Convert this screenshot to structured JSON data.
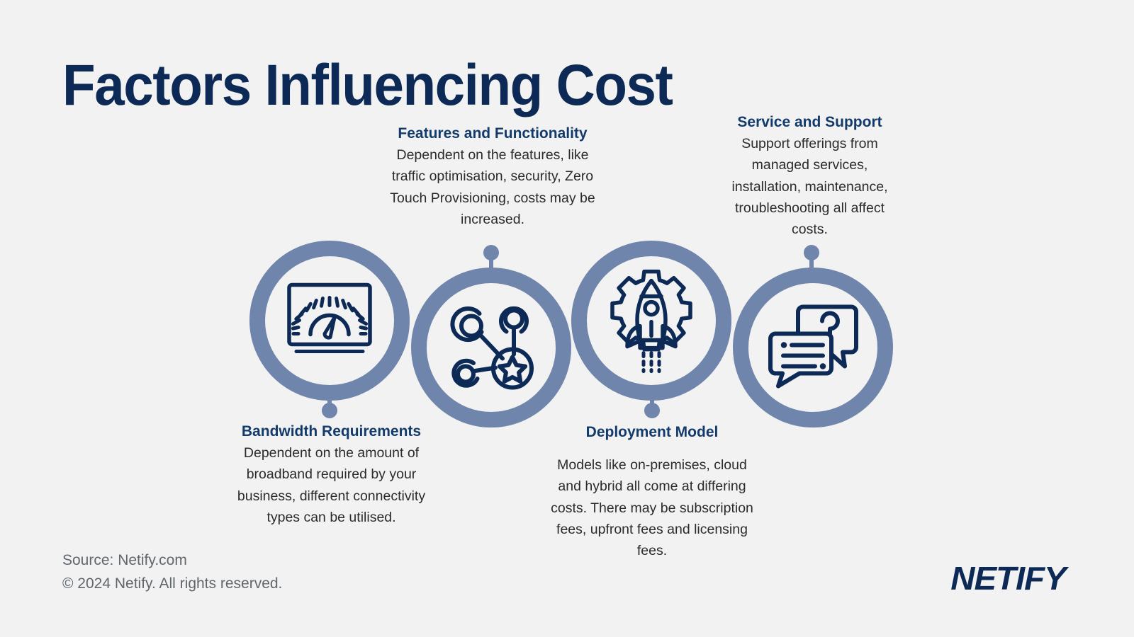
{
  "page": {
    "title": "Factors Influencing Cost",
    "background_color": "#f2f2f2",
    "navy": "#0c2a55",
    "heading_blue": "#123a6b",
    "ring_blue": "#6f85ac",
    "body_text_color": "#2b2b2b",
    "footer_text_color": "#60676d"
  },
  "factors": [
    {
      "id": "bandwidth",
      "heading": "Bandwidth Requirements",
      "body": "Dependent on the amount of broadband required by your business, different connectivity types can be utilised.",
      "icon": "speedometer-icon",
      "label_position": "below"
    },
    {
      "id": "features",
      "heading": "Features and Functionality",
      "body": "Dependent on the features, like traffic optimisation, security, Zero Touch Provisioning, costs may be increased.",
      "icon": "network-star-icon",
      "label_position": "above"
    },
    {
      "id": "deployment",
      "heading": "Deployment Model",
      "body": "Models like on-premises, cloud and hybrid all come at differing costs. There may be subscription fees, upfront fees and licensing fees.",
      "icon": "rocket-gear-icon",
      "label_position": "below"
    },
    {
      "id": "service",
      "heading": "Service and Support",
      "body": "Support offerings from managed services, installation, maintenance, troubleshooting all affect costs.",
      "icon": "chat-question-icon",
      "label_position": "above"
    }
  ],
  "footer": {
    "source": "Source: Netify.com",
    "copyright": "© 2024 Netify. All rights reserved.",
    "logo": "NETIFY"
  }
}
